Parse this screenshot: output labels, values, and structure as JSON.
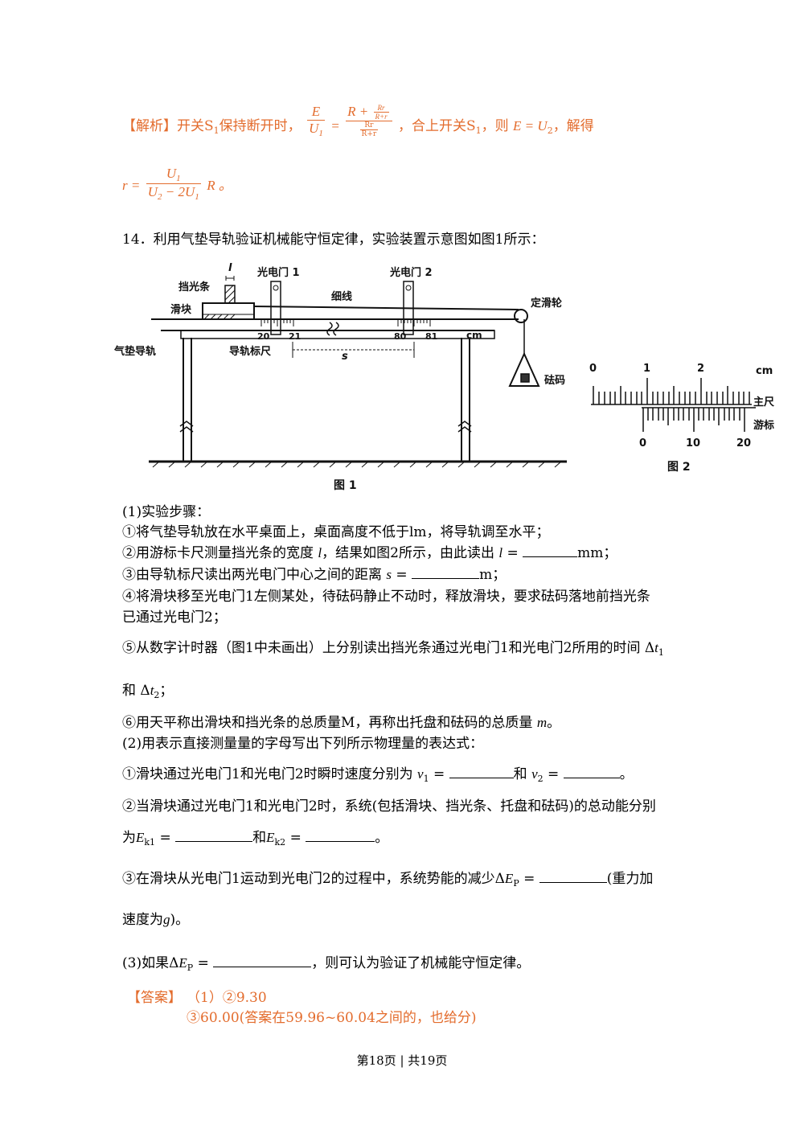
{
  "analysis": {
    "tag": "【解析】",
    "text1": "开关S",
    "sub1": "1",
    "text2": "保持断开时，",
    "text3": "，合上开关S",
    "sub3": "1",
    "text4": "，则",
    "text5": "，解得",
    "frac_E": "E",
    "frac_U1": "U",
    "r_eq": "r =",
    "r_num": "U",
    "r_den": "U",
    "r_R": "R 。"
  },
  "question": {
    "title": "14．利用气垫导轨验证机械能守恒定律，实验装置示意图如图1所示：",
    "figure": {
      "fig1_caption": "图 1",
      "fig2_caption": "图 2",
      "labels": {
        "l": "l",
        "slit": "挡光条",
        "gate1": "光电门 1",
        "gate2": "光电门 2",
        "slider": "滑块",
        "thread": "细线",
        "pulley": "定滑轮",
        "rail": "气垫导轨",
        "ruler": "导轨标尺",
        "s": "s",
        "weight": "砝码",
        "t20": "20",
        "t21": "21",
        "t80": "80",
        "t81": "81",
        "cm": "cm",
        "main_scale": "主尺",
        "vernier": "游标",
        "m0": "0",
        "m1": "1",
        "m2": "2",
        "mcm": "cm",
        "v0": "0",
        "v10": "10",
        "v20": "20"
      }
    },
    "part1_title": "(1)实验步骤：",
    "s1": "①将气垫导轨放在水平桌面上，桌面高度不低于lm，将导轨调至水平；",
    "s2a": "②用游标卡尺测量挡光条的宽度",
    "s2b": "，结果如图2所示，由此读出",
    "s2c": "mm；",
    "s3a": "③由导轨标尺读出两光电门中心之间的距离",
    "s3b": "m；",
    "s4a": "④将滑块移至光电门1左侧某处，待砝码静止不动时，释放滑块，要求砝码落地前挡光条",
    "s4b": "已通过光电门2；",
    "s5a": "⑤从数字计时器（图1中未画出）上分别读出挡光条通过光电门1和光电门2所用的时间",
    "s5b": "和",
    "s6": "⑥用天平称出滑块和挡光条的总质量M，再称出托盘和砝码的总质量",
    "s6end": "。",
    "part2_title": "(2)用表示直接测量量的字母写出下列所示物理量的表达式：",
    "q1a": "①滑块通过光电门1和光电门2时瞬时速度分别为",
    "q1b": "和",
    "q1c": "。",
    "q2a": "②当滑块通过光电门1和光电门2时，系统(包括滑块、挡光条、托盘和砝码)的总动能分别",
    "q2b": "为",
    "q2c": "和",
    "q2d": "。",
    "q3a": "③在滑块从光电门1运动到光电门2的过程中，系统势能的减少",
    "q3b": "(重力加",
    "q3c": "速度为",
    "q3d": ")。",
    "part3a": "(3)如果",
    "part3b": "，则可认为验证了机械能守恒定律。"
  },
  "answer": {
    "tag": "【答案】",
    "line1": "（1）②9.30",
    "line2": "③60.00(答案在59.96~60.04之间的，也给分)"
  },
  "footer": "第18页 | 共19页",
  "colors": {
    "accent": "#e36c2d"
  }
}
